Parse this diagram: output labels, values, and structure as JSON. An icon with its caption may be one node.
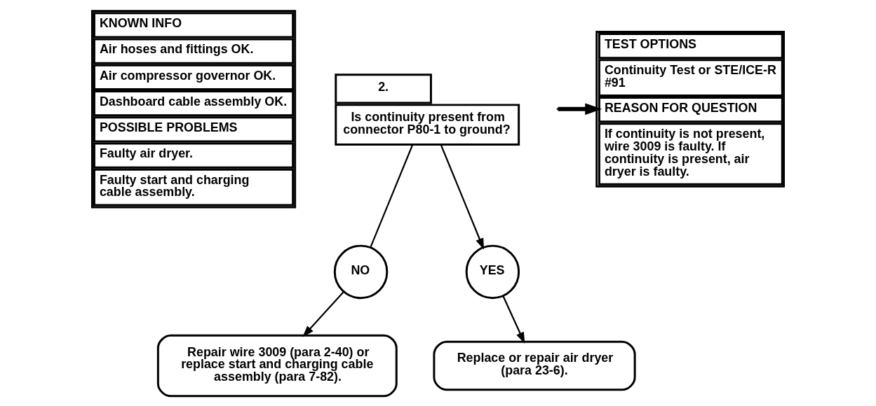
{
  "diagram": {
    "nodes": [
      {
        "text": [
          "KNOWN INFO",
          "Air hoses and fittings OK.",
          "Air compressor governor OK.",
          "Dashboard cable assembly OK.",
          "POSSIBLE PROBLEMS",
          "Faulty air dryer.",
          "Faulty start and charging cable assembly."
        ]
      },
      {
        "text": [
          "2.",
          "Is continuity present from connector P80-1 to ground?"
        ]
      },
      {
        "text": [
          "TEST OPTIONS",
          "Continuity Test or STE/ICE-R #91",
          "REASON FOR QUESTION",
          "If continuity is not present, wire 3009 is faulty. If continuity is present, air dryer is faulty."
        ]
      },
      {
        "text": [
          "NO"
        ]
      },
      {
        "text": [
          "YES"
        ]
      },
      {
        "text": [
          "Repair wire 3009 (para 2-40) or replace start and charging cable assembly (para 7-82)."
        ]
      },
      {
        "text": [
          "Replace or repair air dryer (para 23-6)."
        ]
      }
    ],
    "edges": [
      {
        "from": 1,
        "to": 3,
        "arrow": "none"
      },
      {
        "from": 1,
        "to": 4,
        "arrow": "to"
      },
      {
        "from": 3,
        "to": 5,
        "arrow": "to"
      },
      {
        "from": 4,
        "to": 6,
        "arrow": "to"
      },
      {
        "from": null,
        "to": 2,
        "arrow": "to",
        "style": "thick"
      }
    ]
  }
}
